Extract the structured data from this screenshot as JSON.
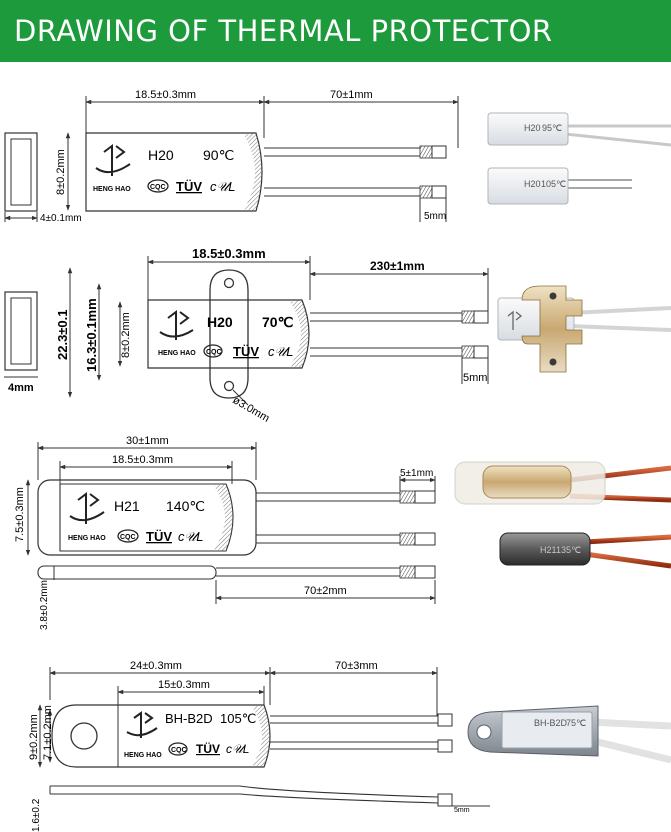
{
  "banner": {
    "title": "DRAWING OF THERMAL PROTECTOR"
  },
  "colors": {
    "banner_bg": "#1d9a3c",
    "line": "#333333",
    "wire_red": "#b8421c"
  },
  "brand": {
    "name": "HENG HAO",
    "cqc": "CQC",
    "tuv": "TÜV"
  },
  "p1": {
    "dim_len": "18.5±0.3mm",
    "dim_wire": "70±1mm",
    "dim_h": "8±0.2mm",
    "dim_w": "4±0.1mm",
    "dim_strip": "5mm",
    "model": "H20",
    "temp": "90℃",
    "photo_a_model": "H20",
    "photo_a_temp": "95℃",
    "photo_b_model": "H20",
    "photo_b_temp": "105℃"
  },
  "p2": {
    "dim_len": "18.5±0.3mm",
    "dim_wire": "230±1mm",
    "dim_outer": "22.3±0.1",
    "dim_mid": "16.3±0.1mm",
    "dim_h": "8±0.2mm",
    "dim_w": "4mm",
    "dim_strip": "5mm",
    "dim_hole": "ø3.0mm",
    "model": "H20",
    "temp": "70℃"
  },
  "p3": {
    "dim_total": "30±1mm",
    "dim_len": "18.5±0.3mm",
    "dim_strip": "5±1mm",
    "dim_h": "7.5±0.3mm",
    "dim_w": "3.8±0.2mm",
    "dim_wire": "70±2mm",
    "model": "H21",
    "temp": "140℃",
    "photo_model": "H21",
    "photo_temp": "135℃"
  },
  "p4": {
    "dim_total": "24±0.3mm",
    "dim_len": "15±0.3mm",
    "dim_wire": "70±3mm",
    "dim_h1": "9±0.2mm",
    "dim_h2": "7.1±0.2mm",
    "dim_w": "1.6±0.2",
    "dim_strip": "5mm",
    "model": "BH-B2D",
    "temp": "105℃",
    "photo_model": "BH-B2D",
    "photo_temp": "75℃"
  }
}
